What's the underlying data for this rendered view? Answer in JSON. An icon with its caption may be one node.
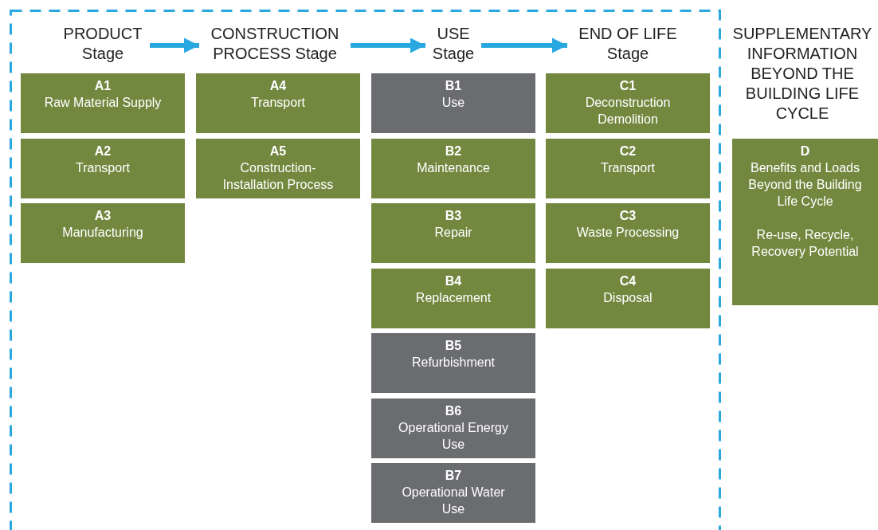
{
  "diagram": {
    "nodes": [
      {
        "text": [],
        "shape": "box"
      },
      {
        "text": [
          "PRODUCT Stage"
        ],
        "in": 0
      },
      {
        "text": [
          "CONSTRUCTION PROCESS Stage"
        ],
        "in": 0
      },
      {
        "text": [
          "USE Stage"
        ],
        "in": 0
      },
      {
        "text": [
          "END OF LIFE Stage"
        ],
        "in": 0
      },
      {
        "text": [
          "A1",
          "Raw Material Supply"
        ],
        "in": 0
      },
      {
        "text": [
          "A2",
          "Transport"
        ],
        "in": 0
      },
      {
        "text": [
          "A3",
          "Manufacturing"
        ],
        "in": 0
      },
      {
        "text": [
          "A4",
          "Transport"
        ],
        "in": 0
      },
      {
        "text": [
          "A5",
          "Construction-Installation Process"
        ],
        "in": 0
      },
      {
        "text": [
          "B1",
          "Use"
        ],
        "in": 0
      },
      {
        "text": [
          "B2",
          "Maintenance"
        ],
        "in": 0
      },
      {
        "text": [
          "B3",
          "Repair"
        ],
        "in": 0
      },
      {
        "text": [
          "B4",
          "Replacement"
        ],
        "in": 0
      },
      {
        "text": [
          "B5",
          "Refurbishment"
        ],
        "in": 0
      },
      {
        "text": [
          "B6",
          "Operational Energy Use"
        ],
        "in": 0
      },
      {
        "text": [
          "B7",
          "Operational Water Use"
        ],
        "in": 0
      },
      {
        "text": [
          "C1",
          "Deconstruction Demolition"
        ],
        "in": 0
      },
      {
        "text": [
          "C2",
          "Transport"
        ],
        "in": 0
      },
      {
        "text": [
          "C3",
          "Waste Processing"
        ],
        "in": 0
      },
      {
        "text": [
          "C4",
          "Disposal"
        ],
        "in": 0
      },
      {
        "text": [
          "SUPPLEMENTARY INFORMATION BEYOND THE BUILDING LIFE CYCLE"
        ]
      },
      {
        "text": [
          "D",
          "Benefits and Loads Beyond the Building Life Cycle",
          "Re-use, Recycle, Recovery Potential"
        ]
      }
    ],
    "edges": [
      {
        "from": 1,
        "to": 2,
        "arrow": "to"
      },
      {
        "from": 2,
        "to": 3,
        "arrow": "to"
      },
      {
        "from": 3,
        "to": 4,
        "arrow": "to"
      }
    ]
  }
}
